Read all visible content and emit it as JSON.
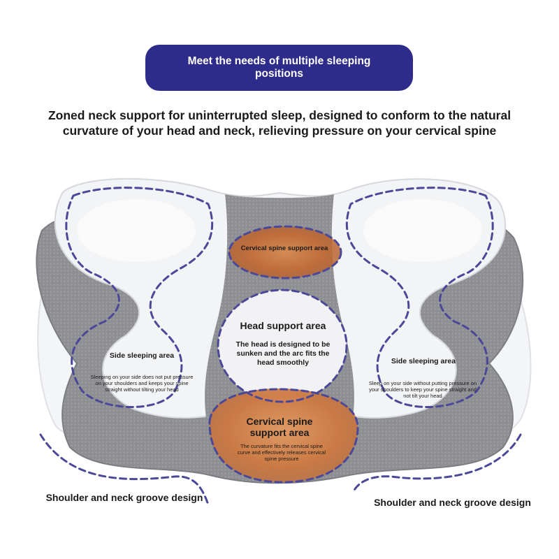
{
  "banner": {
    "text": "Meet the needs of multiple sleeping positions"
  },
  "subtitle": {
    "line1": "Zoned neck support for uninterrupted sleep, designed to conform to the natural",
    "line2": "curvature of your head and neck, relieving pressure on your cervical spine"
  },
  "zones": {
    "cervical_top": {
      "title": "Cervical spine support area"
    },
    "head": {
      "title": "Head support area",
      "desc": "The head is designed to be sunken and the arc fits the head smoothly"
    },
    "side_left": {
      "title": "Side sleeping area",
      "desc": "Sleeping on your side does not put pressure on your shoulders and keeps your spine straight without tilting your head"
    },
    "side_right": {
      "title": "Side sleeping area",
      "desc": "Sleep on your side without putting pressure on your shoulders to keep your spine straight and not tilt your head"
    },
    "cervical_bottom": {
      "title": "Cervical spine support area",
      "desc": "The curvature fits the cervical spine curve and effectively releases cervical spine pressure"
    }
  },
  "grooves": {
    "left": "Shoulder and neck groove design",
    "right": "Shoulder and neck groove design"
  },
  "colors": {
    "banner": "#2e2c8a",
    "dash": "#4c4898",
    "mesh": "#8d8e92",
    "memory_foam": "#f3f4f6",
    "highlight": "#c4703a"
  }
}
